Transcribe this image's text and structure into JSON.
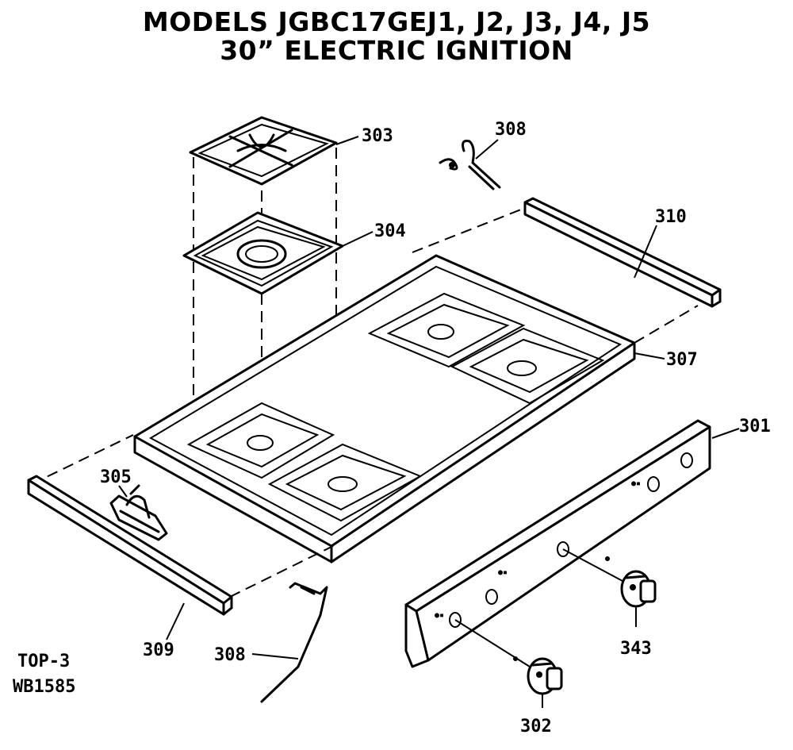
{
  "title": {
    "line1": "MODELS JGBC17GEJ1, J2, J3, J4, J5",
    "line2": "30” ELECTRIC IGNITION"
  },
  "parts": {
    "p301": "301",
    "p302": "302",
    "p303": "303",
    "p304": "304",
    "p305": "305",
    "p307": "307",
    "p308_top": "308",
    "p308_bottom": "308",
    "p309": "309",
    "p310": "310",
    "p343": "343"
  },
  "code": {
    "line1": "TOP-3",
    "line2": "WB1585"
  }
}
